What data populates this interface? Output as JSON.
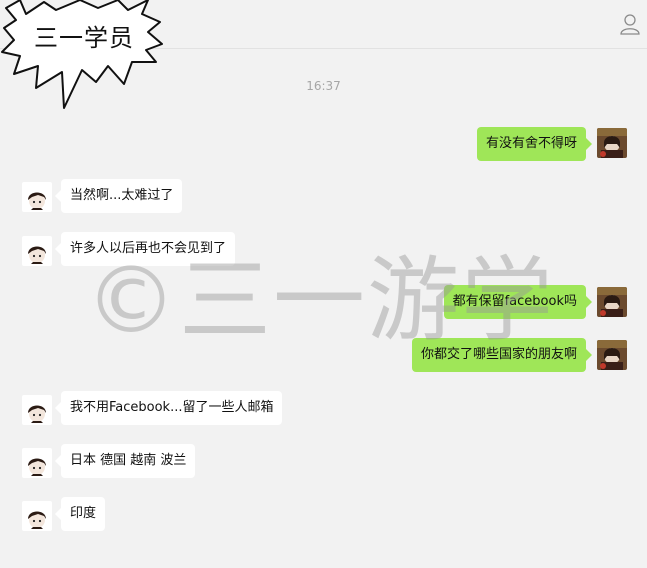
{
  "header": {
    "badge_text": "三一学员",
    "contact_icon": "person-icon"
  },
  "timestamp": "16:37",
  "watermark": "©三一游学",
  "colors": {
    "background": "#f2f2f2",
    "outgoing_bubble": "#9fe658",
    "incoming_bubble": "#ffffff",
    "timestamp": "#a6a6a6"
  },
  "messages": [
    {
      "direction": "outgoing",
      "text": "有没有舍不得呀"
    },
    {
      "direction": "incoming",
      "text": "当然啊...太难过了"
    },
    {
      "direction": "incoming",
      "text": "许多人以后再也不会见到了"
    },
    {
      "direction": "outgoing",
      "text": "都有保留facebook吗"
    },
    {
      "direction": "outgoing",
      "text": "你都交了哪些国家的朋友啊"
    },
    {
      "direction": "incoming",
      "text": "我不用Facebook...留了一些人邮箱"
    },
    {
      "direction": "incoming",
      "text": "日本 德国 越南 波兰"
    },
    {
      "direction": "incoming",
      "text": "印度"
    }
  ]
}
